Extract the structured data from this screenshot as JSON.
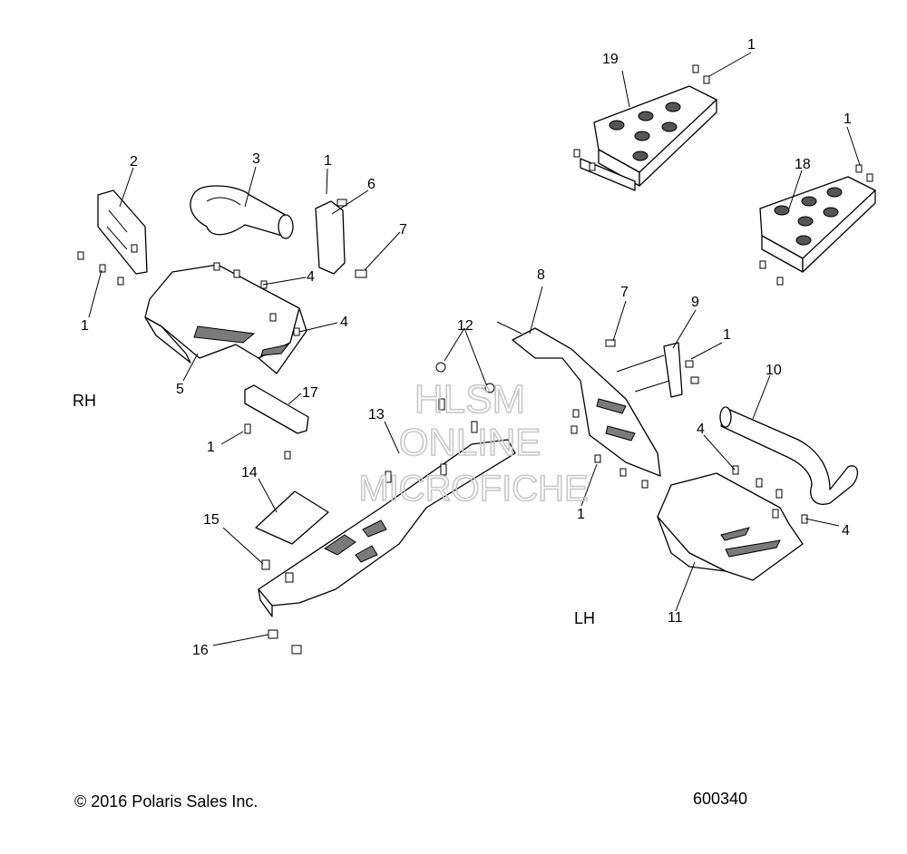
{
  "side_labels": {
    "rh": "RH",
    "lh": "LH"
  },
  "watermark": {
    "line1": "HLSM",
    "line2": "ONLINE",
    "line3": "MICROFICHE"
  },
  "footer": {
    "copyright": "© 2016 Polaris Sales Inc.",
    "drawing_number": "600340"
  },
  "callouts": [
    "1",
    "1",
    "1",
    "1",
    "1",
    "1",
    "1",
    "2",
    "3",
    "4",
    "4",
    "4",
    "4",
    "5",
    "6",
    "7",
    "7",
    "8",
    "9",
    "10",
    "11",
    "12",
    "13",
    "14",
    "15",
    "16",
    "17",
    "18",
    "19"
  ]
}
